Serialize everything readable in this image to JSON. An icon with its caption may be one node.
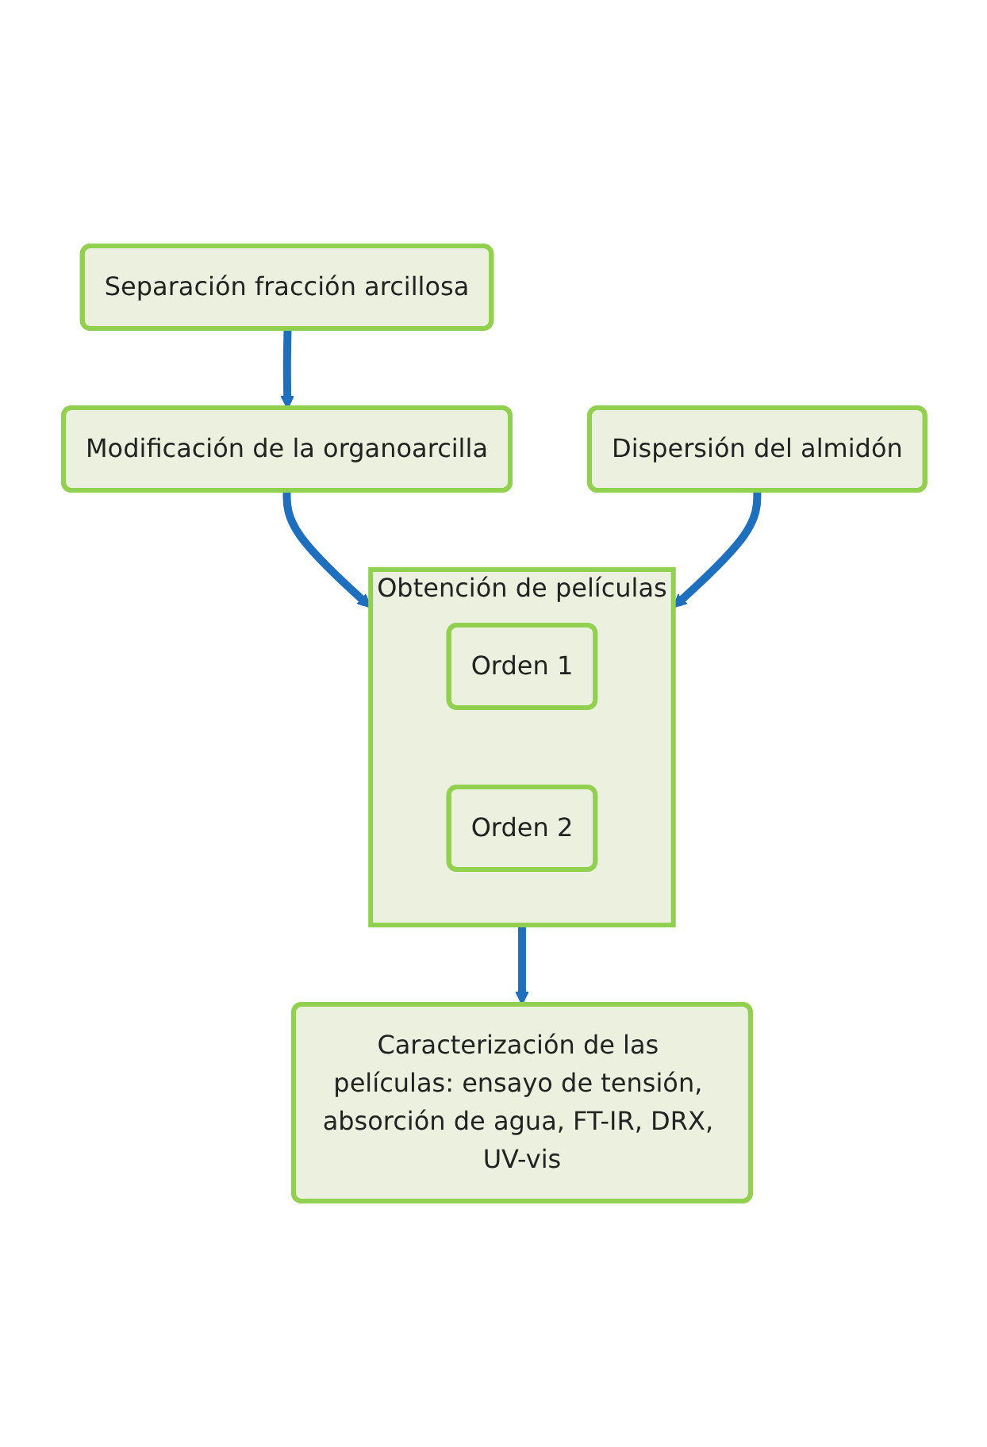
{
  "diagram": {
    "nodes": [
      {
        "text": [
          "Separación fracción arcillosa"
        ]
      },
      {
        "text": [
          "Dispersión del almidón"
        ]
      },
      {
        "text": [
          "Modificación de la organoarcilla"
        ]
      },
      {
        "text": [
          "Obtención de películas"
        ]
      },
      {
        "text": [
          "Orden 1"
        ],
        "in": 3
      },
      {
        "text": [
          "Orden 2"
        ],
        "in": 3
      },
      {
        "text": [
          "Caracterización de las películas: ensayo de tensión, absorción de agua, FT-IR, DRX, UV-vis"
        ]
      }
    ],
    "edges": [
      {
        "from": 0,
        "to": 2,
        "arrow": "to"
      },
      {
        "from": 2,
        "to": 3,
        "arrow": "to"
      },
      {
        "from": 1,
        "to": 3,
        "arrow": "to"
      },
      {
        "from": 3,
        "to": 6,
        "arrow": "to"
      }
    ]
  }
}
